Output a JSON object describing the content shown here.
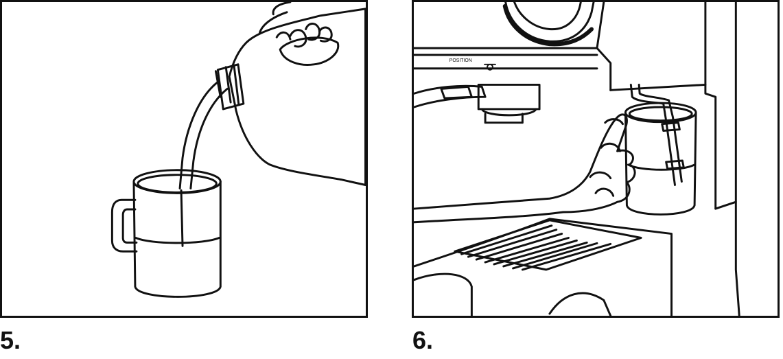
{
  "steps": [
    {
      "number": "5."
    },
    {
      "number": "6."
    }
  ],
  "machine_labels": {
    "position": "POSITION"
  },
  "icons": [
    "milk-jug-icon",
    "frothing-pitcher-icon",
    "steam-wand-icon",
    "lock-icon",
    "drip-tray-icon"
  ],
  "colors": {
    "line": "#111111",
    "background": "#ffffff",
    "milk": "#ffffff"
  }
}
